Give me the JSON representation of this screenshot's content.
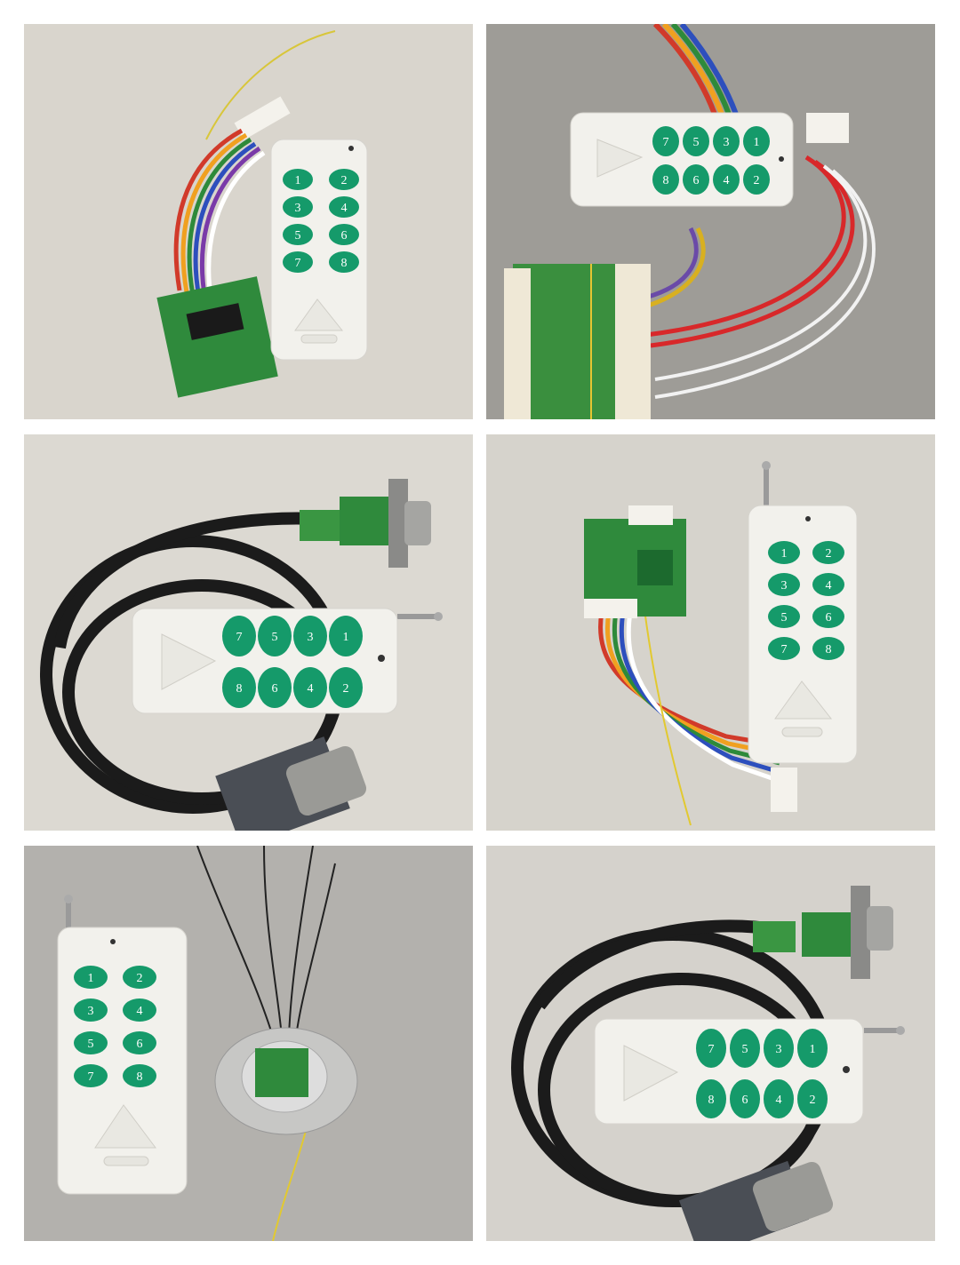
{
  "photos": [
    {
      "id": "photo-1",
      "keys": [
        "1",
        "2",
        "3",
        "4",
        "5",
        "6",
        "7",
        "8"
      ]
    },
    {
      "id": "photo-2",
      "keys": [
        "7",
        "5",
        "3",
        "1",
        "8",
        "6",
        "4",
        "2"
      ]
    },
    {
      "id": "photo-3",
      "keys": [
        "7",
        "5",
        "3",
        "1",
        "8",
        "6",
        "4",
        "2"
      ]
    },
    {
      "id": "photo-4",
      "keys": [
        "1",
        "2",
        "3",
        "4",
        "5",
        "6",
        "7",
        "8"
      ]
    },
    {
      "id": "photo-5",
      "keys": [
        "1",
        "2",
        "3",
        "4",
        "5",
        "6",
        "7",
        "8"
      ]
    },
    {
      "id": "photo-6",
      "keys": [
        "7",
        "5",
        "3",
        "1",
        "8",
        "6",
        "4",
        "2"
      ]
    }
  ],
  "colors": {
    "remote_body": "#f2f1ec",
    "key_green": "#159a6a",
    "pcb_green": "#2f8a3c",
    "cable_black": "#1b1b1b"
  }
}
